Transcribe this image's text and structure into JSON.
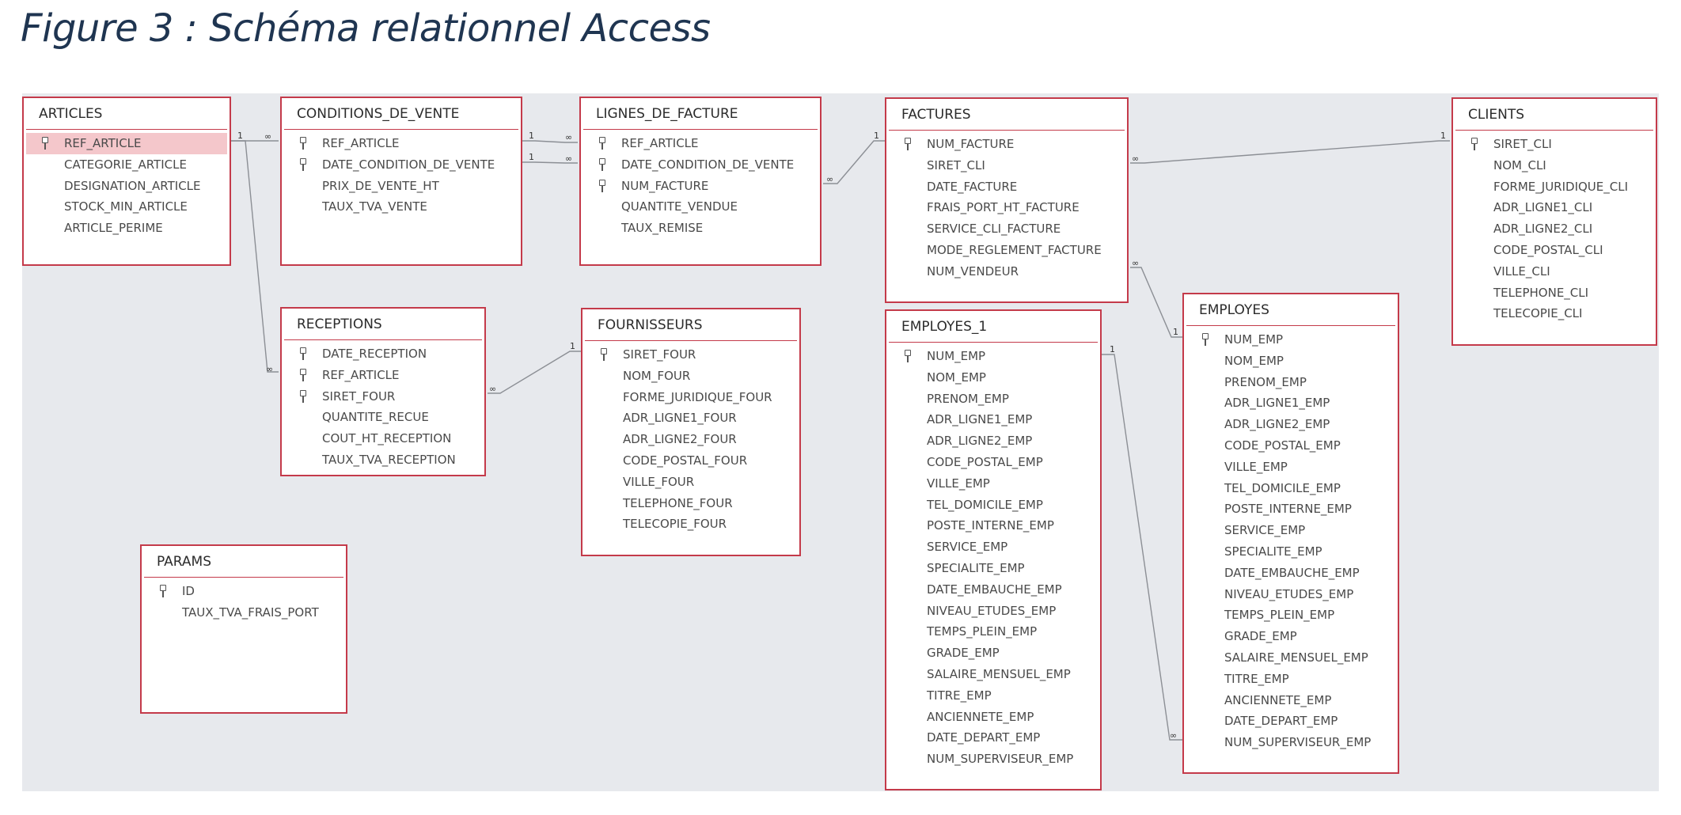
{
  "figure_title": "Figure 3 : Schéma relationnel Access",
  "tables": {
    "articles": {
      "name": "ARTICLES",
      "fields": [
        {
          "name": "REF_ARTICLE",
          "key": true,
          "selected": true
        },
        {
          "name": "CATEGORIE_ARTICLE"
        },
        {
          "name": "DESIGNATION_ARTICLE"
        },
        {
          "name": "STOCK_MIN_ARTICLE"
        },
        {
          "name": "ARTICLE_PERIME"
        }
      ]
    },
    "conditions": {
      "name": "CONDITIONS_DE_VENTE",
      "fields": [
        {
          "name": "REF_ARTICLE",
          "key": true
        },
        {
          "name": "DATE_CONDITION_DE_VENTE",
          "key": true
        },
        {
          "name": "PRIX_DE_VENTE_HT"
        },
        {
          "name": "TAUX_TVA_VENTE"
        }
      ]
    },
    "lignes": {
      "name": "LIGNES_DE_FACTURE",
      "fields": [
        {
          "name": "REF_ARTICLE",
          "key": true
        },
        {
          "name": "DATE_CONDITION_DE_VENTE",
          "key": true
        },
        {
          "name": "NUM_FACTURE",
          "key": true
        },
        {
          "name": "QUANTITE_VENDUE"
        },
        {
          "name": "TAUX_REMISE"
        }
      ]
    },
    "factures": {
      "name": "FACTURES",
      "fields": [
        {
          "name": "NUM_FACTURE",
          "key": true
        },
        {
          "name": "SIRET_CLI"
        },
        {
          "name": "DATE_FACTURE"
        },
        {
          "name": "FRAIS_PORT_HT_FACTURE"
        },
        {
          "name": "SERVICE_CLI_FACTURE"
        },
        {
          "name": "MODE_REGLEMENT_FACTURE"
        },
        {
          "name": "NUM_VENDEUR"
        }
      ]
    },
    "clients": {
      "name": "CLIENTS",
      "fields": [
        {
          "name": "SIRET_CLI",
          "key": true
        },
        {
          "name": "NOM_CLI"
        },
        {
          "name": "FORME_JURIDIQUE_CLI"
        },
        {
          "name": "ADR_LIGNE1_CLI"
        },
        {
          "name": "ADR_LIGNE2_CLI"
        },
        {
          "name": "CODE_POSTAL_CLI"
        },
        {
          "name": "VILLE_CLI"
        },
        {
          "name": "TELEPHONE_CLI"
        },
        {
          "name": "TELECOPIE_CLI"
        }
      ]
    },
    "receptions": {
      "name": "RECEPTIONS",
      "fields": [
        {
          "name": "DATE_RECEPTION",
          "key": true
        },
        {
          "name": "REF_ARTICLE",
          "key": true
        },
        {
          "name": "SIRET_FOUR",
          "key": true
        },
        {
          "name": "QUANTITE_RECUE"
        },
        {
          "name": "COUT_HT_RECEPTION"
        },
        {
          "name": "TAUX_TVA_RECEPTION"
        }
      ]
    },
    "fournisseurs": {
      "name": "FOURNISSEURS",
      "fields": [
        {
          "name": "SIRET_FOUR",
          "key": true
        },
        {
          "name": "NOM_FOUR"
        },
        {
          "name": "FORME_JURIDIQUE_FOUR"
        },
        {
          "name": "ADR_LIGNE1_FOUR"
        },
        {
          "name": "ADR_LIGNE2_FOUR"
        },
        {
          "name": "CODE_POSTAL_FOUR"
        },
        {
          "name": "VILLE_FOUR"
        },
        {
          "name": "TELEPHONE_FOUR"
        },
        {
          "name": "TELECOPIE_FOUR"
        }
      ]
    },
    "employes1": {
      "name": "EMPLOYES_1",
      "fields": [
        {
          "name": "NUM_EMP",
          "key": true
        },
        {
          "name": "NOM_EMP"
        },
        {
          "name": "PRENOM_EMP"
        },
        {
          "name": "ADR_LIGNE1_EMP"
        },
        {
          "name": "ADR_LIGNE2_EMP"
        },
        {
          "name": "CODE_POSTAL_EMP"
        },
        {
          "name": "VILLE_EMP"
        },
        {
          "name": "TEL_DOMICILE_EMP"
        },
        {
          "name": "POSTE_INTERNE_EMP"
        },
        {
          "name": "SERVICE_EMP"
        },
        {
          "name": "SPECIALITE_EMP"
        },
        {
          "name": "DATE_EMBAUCHE_EMP"
        },
        {
          "name": "NIVEAU_ETUDES_EMP"
        },
        {
          "name": "TEMPS_PLEIN_EMP"
        },
        {
          "name": "GRADE_EMP"
        },
        {
          "name": "SALAIRE_MENSUEL_EMP"
        },
        {
          "name": "TITRE_EMP"
        },
        {
          "name": "ANCIENNETE_EMP"
        },
        {
          "name": "DATE_DEPART_EMP"
        },
        {
          "name": "NUM_SUPERVISEUR_EMP"
        }
      ]
    },
    "employes": {
      "name": "EMPLOYES",
      "fields": [
        {
          "name": "NUM_EMP",
          "key": true
        },
        {
          "name": "NOM_EMP"
        },
        {
          "name": "PRENOM_EMP"
        },
        {
          "name": "ADR_LIGNE1_EMP"
        },
        {
          "name": "ADR_LIGNE2_EMP"
        },
        {
          "name": "CODE_POSTAL_EMP"
        },
        {
          "name": "VILLE_EMP"
        },
        {
          "name": "TEL_DOMICILE_EMP"
        },
        {
          "name": "POSTE_INTERNE_EMP"
        },
        {
          "name": "SERVICE_EMP"
        },
        {
          "name": "SPECIALITE_EMP"
        },
        {
          "name": "DATE_EMBAUCHE_EMP"
        },
        {
          "name": "NIVEAU_ETUDES_EMP"
        },
        {
          "name": "TEMPS_PLEIN_EMP"
        },
        {
          "name": "GRADE_EMP"
        },
        {
          "name": "SALAIRE_MENSUEL_EMP"
        },
        {
          "name": "TITRE_EMP"
        },
        {
          "name": "ANCIENNETE_EMP"
        },
        {
          "name": "DATE_DEPART_EMP"
        },
        {
          "name": "NUM_SUPERVISEUR_EMP"
        }
      ]
    },
    "params": {
      "name": "PARAMS",
      "fields": [
        {
          "name": "ID",
          "key": true
        },
        {
          "name": "TAUX_TVA_FRAIS_PORT"
        }
      ]
    }
  },
  "relationships": [
    {
      "from": "ARTICLES.REF_ARTICLE",
      "to": "CONDITIONS_DE_VENTE.REF_ARTICLE",
      "from_card": "1",
      "to_card": "∞"
    },
    {
      "from": "ARTICLES.REF_ARTICLE",
      "to": "RECEPTIONS.REF_ARTICLE",
      "from_card": "1",
      "to_card": "∞"
    },
    {
      "from": "CONDITIONS_DE_VENTE.REF_ARTICLE",
      "to": "LIGNES_DE_FACTURE.REF_ARTICLE",
      "from_card": "1",
      "to_card": "∞"
    },
    {
      "from": "CONDITIONS_DE_VENTE.DATE_CONDITION_DE_VENTE",
      "to": "LIGNES_DE_FACTURE.DATE_CONDITION_DE_VENTE",
      "from_card": "1",
      "to_card": "∞"
    },
    {
      "from": "FACTURES.NUM_FACTURE",
      "to": "LIGNES_DE_FACTURE.NUM_FACTURE",
      "from_card": "1",
      "to_card": "∞"
    },
    {
      "from": "CLIENTS.SIRET_CLI",
      "to": "FACTURES.SIRET_CLI",
      "from_card": "1",
      "to_card": "∞"
    },
    {
      "from": "FOURNISSEURS.SIRET_FOUR",
      "to": "RECEPTIONS.SIRET_FOUR",
      "from_card": "1",
      "to_card": "∞"
    },
    {
      "from": "EMPLOYES.NUM_EMP",
      "to": "FACTURES.NUM_VENDEUR",
      "from_card": "1",
      "to_card": "∞"
    },
    {
      "from": "EMPLOYES_1.NUM_EMP",
      "to": "EMPLOYES.NUM_SUPERVISEUR_EMP",
      "from_card": "1",
      "to_card": "∞"
    }
  ]
}
